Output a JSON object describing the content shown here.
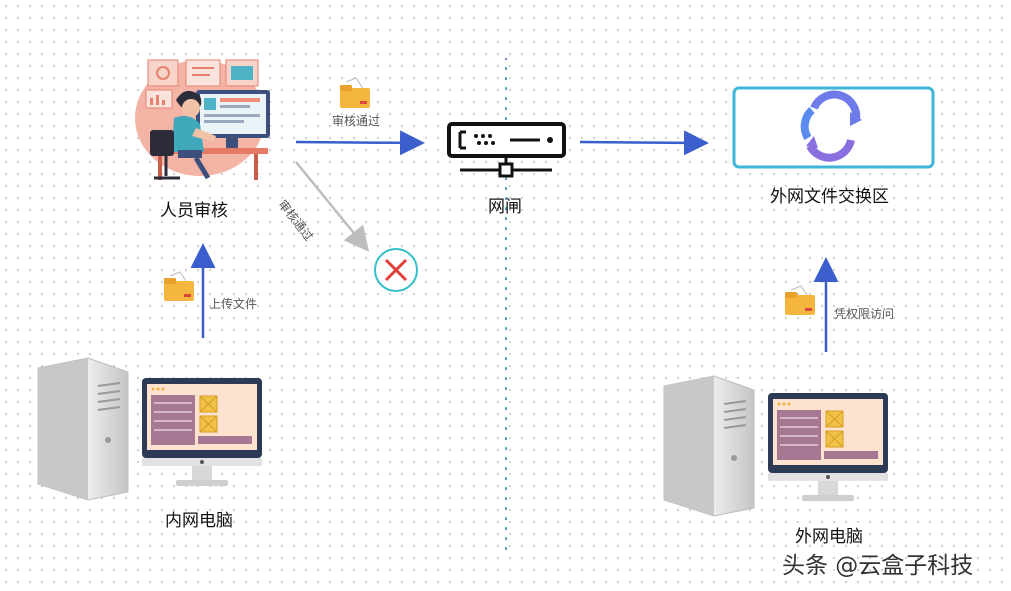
{
  "nodes": {
    "reviewer": "人员审核",
    "gateway": "网闸",
    "exchange": "外网文件交换区",
    "internal_pc": "内网电脑",
    "external_pc": "外网电脑"
  },
  "edges": {
    "review_pass": "审核通过",
    "review_pass_rejected": "审核通过",
    "upload": "上传文件",
    "access": "凭权限访问"
  },
  "watermark": "头条 @云盒子科技",
  "colors": {
    "arrow": "#3a5fcd",
    "reject_arrow": "#bdbdbd",
    "folder": "#f4b63f",
    "reject": "#e0403a",
    "exchange_border": "#3fb6d9"
  }
}
